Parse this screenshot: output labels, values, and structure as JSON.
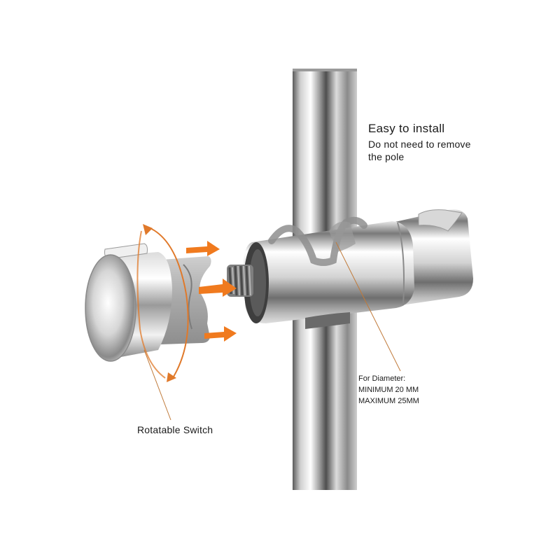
{
  "annotations": {
    "title": "Easy to install",
    "subtitle_line1": "Do not need to remove",
    "subtitle_line2": "the pole",
    "diameter_label": "For Diameter:",
    "diameter_min": "MINIMUM 20 MM",
    "diameter_max": "MAXIMUM 25MM",
    "switch_label": "Rotatable Switch"
  },
  "colors": {
    "background": "#ffffff",
    "chrome_light": "#f4f4f4",
    "chrome_dark": "#6e6e6e",
    "arrow_orange": "#f07a1e",
    "leader_line": "#c07a3a",
    "plastic_grey": "#9a9a9a"
  },
  "icons": [
    "orange-arrow-icon",
    "rotation-arrow-icon"
  ]
}
